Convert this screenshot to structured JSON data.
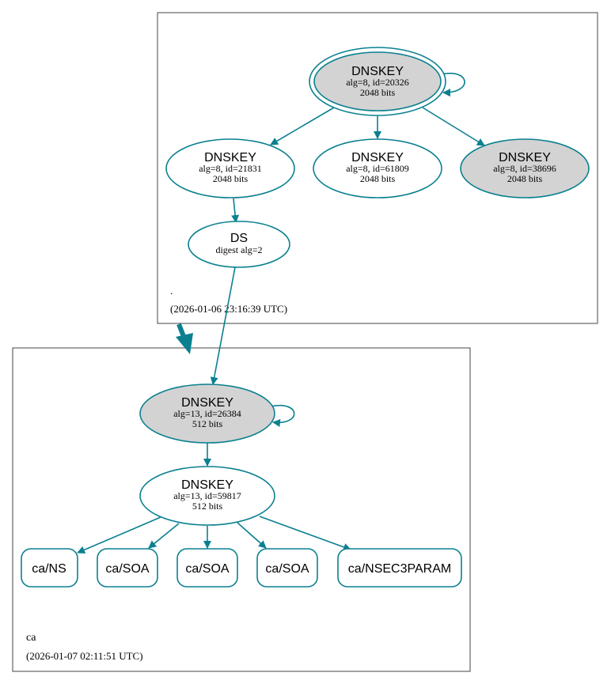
{
  "colors": {
    "edge": "#0a8090",
    "ksk_fill": "#d3d3d3",
    "node_fill": "#ffffff",
    "cluster_border": "#444444"
  },
  "zones": {
    "root": {
      "name": ".",
      "timestamp": "(2026-01-06 23:16:39 UTC)"
    },
    "ca": {
      "name": "ca",
      "timestamp": "(2026-01-07 02:11:51 UTC)"
    }
  },
  "nodes": {
    "root_ksk": {
      "title": "DNSKEY",
      "line1": "alg=8, id=20326",
      "line2": "2048 bits",
      "fill": "gray"
    },
    "root_zsk1": {
      "title": "DNSKEY",
      "line1": "alg=8, id=21831",
      "line2": "2048 bits",
      "fill": "white"
    },
    "root_zsk2": {
      "title": "DNSKEY",
      "line1": "alg=8, id=61809",
      "line2": "2048 bits",
      "fill": "white"
    },
    "root_key3": {
      "title": "DNSKEY",
      "line1": "alg=8, id=38696",
      "line2": "2048 bits",
      "fill": "gray"
    },
    "ds": {
      "title": "DS",
      "line1": "digest alg=2"
    },
    "ca_ksk": {
      "title": "DNSKEY",
      "line1": "alg=13, id=26384",
      "line2": "512 bits",
      "fill": "gray"
    },
    "ca_zsk": {
      "title": "DNSKEY",
      "line1": "alg=13, id=59817",
      "line2": "512 bits",
      "fill": "white"
    }
  },
  "records": [
    "ca/NS",
    "ca/SOA",
    "ca/SOA",
    "ca/SOA",
    "ca/NSEC3PARAM"
  ]
}
